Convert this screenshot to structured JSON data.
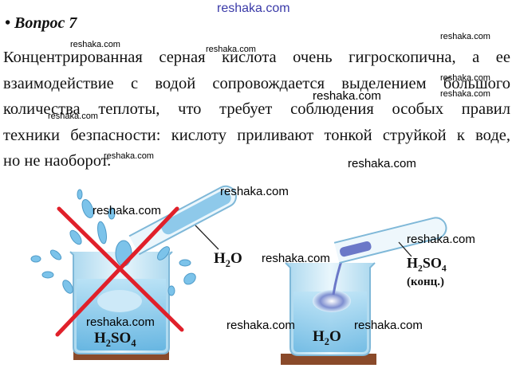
{
  "watermark": "reshaka.com",
  "heading": "• Вопрос 7",
  "paragraph_lines": [
    "Концентрированная серная кислота очень гигроскопична, а ее",
    "взаимодействие с водой сопровождается выделением большого",
    "количества теплоты, что требует соблюдения особых правил",
    "техники безпасности: кислоту приливают тонкой струйкой к воде,",
    "но не наоборот."
  ],
  "figure": {
    "left_tube_label": {
      "base": "H",
      "sub": "2",
      "rest": "O"
    },
    "left_beaker_label": {
      "base1": "H",
      "sub1": "2",
      "base2": "SO",
      "sub2": "4"
    },
    "right_tube_label": {
      "base1": "H",
      "sub1": "2",
      "base2": "SO",
      "sub2": "4"
    },
    "right_tube_note": "(конц.)",
    "right_beaker_label": {
      "base": "H",
      "sub": "2",
      "rest": "O"
    },
    "colors": {
      "cross": "#e0202a",
      "water": "#9ed4f0",
      "glass": "#c8e8f6",
      "stand": "#8a4a2a"
    }
  }
}
